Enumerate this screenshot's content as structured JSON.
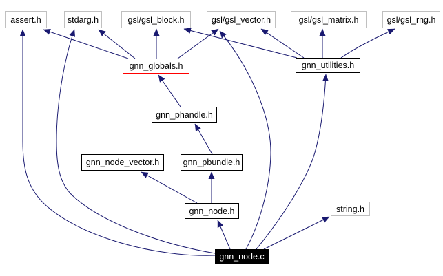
{
  "graph": {
    "kind": "include-dependency-graph",
    "focus_file": "gnn_node.c",
    "colors": {
      "background": "#ffffff",
      "edge": "#191970",
      "external_border": "#c0c0c0",
      "internal_border": "#000000",
      "highlight_border": "#ff0000",
      "focus_fill": "#000000",
      "focus_text": "#ffffff"
    },
    "nodes": [
      {
        "label": "assert.h",
        "kind": "external"
      },
      {
        "label": "stdarg.h",
        "kind": "external"
      },
      {
        "label": "gsl/gsl_block.h",
        "kind": "external"
      },
      {
        "label": "gsl/gsl_vector.h",
        "kind": "external"
      },
      {
        "label": "gsl/gsl_matrix.h",
        "kind": "external"
      },
      {
        "label": "gsl/gsl_rng.h",
        "kind": "external"
      },
      {
        "label": "gnn_globals.h",
        "kind": "highlight"
      },
      {
        "label": "gnn_utilities.h",
        "kind": "internal"
      },
      {
        "label": "gnn_phandle.h",
        "kind": "internal"
      },
      {
        "label": "gnn_node_vector.h",
        "kind": "internal"
      },
      {
        "label": "gnn_pbundle.h",
        "kind": "internal"
      },
      {
        "label": "gnn_node.h",
        "kind": "internal"
      },
      {
        "label": "string.h",
        "kind": "external"
      },
      {
        "label": "gnn_node.c",
        "kind": "focus"
      }
    ],
    "edges": [
      {
        "from": "gnn_globals.h",
        "to": "assert.h"
      },
      {
        "from": "gnn_globals.h",
        "to": "stdarg.h"
      },
      {
        "from": "gnn_globals.h",
        "to": "gsl/gsl_block.h"
      },
      {
        "from": "gnn_globals.h",
        "to": "gsl/gsl_vector.h"
      },
      {
        "from": "gnn_utilities.h",
        "to": "gsl/gsl_block.h"
      },
      {
        "from": "gnn_utilities.h",
        "to": "gsl/gsl_vector.h"
      },
      {
        "from": "gnn_utilities.h",
        "to": "gsl/gsl_matrix.h"
      },
      {
        "from": "gnn_utilities.h",
        "to": "gsl/gsl_rng.h"
      },
      {
        "from": "gnn_phandle.h",
        "to": "gnn_globals.h"
      },
      {
        "from": "gnn_pbundle.h",
        "to": "gnn_phandle.h"
      },
      {
        "from": "gnn_node.h",
        "to": "gnn_node_vector.h"
      },
      {
        "from": "gnn_node.h",
        "to": "gnn_pbundle.h"
      },
      {
        "from": "gnn_node.c",
        "to": "gnn_node.h"
      },
      {
        "from": "gnn_node.c",
        "to": "string.h"
      },
      {
        "from": "gnn_node.c",
        "to": "gnn_utilities.h"
      },
      {
        "from": "gnn_node.c",
        "to": "gsl/gsl_vector.h"
      },
      {
        "from": "gnn_node.c",
        "to": "assert.h"
      },
      {
        "from": "gnn_node.c",
        "to": "stdarg.h"
      }
    ]
  }
}
